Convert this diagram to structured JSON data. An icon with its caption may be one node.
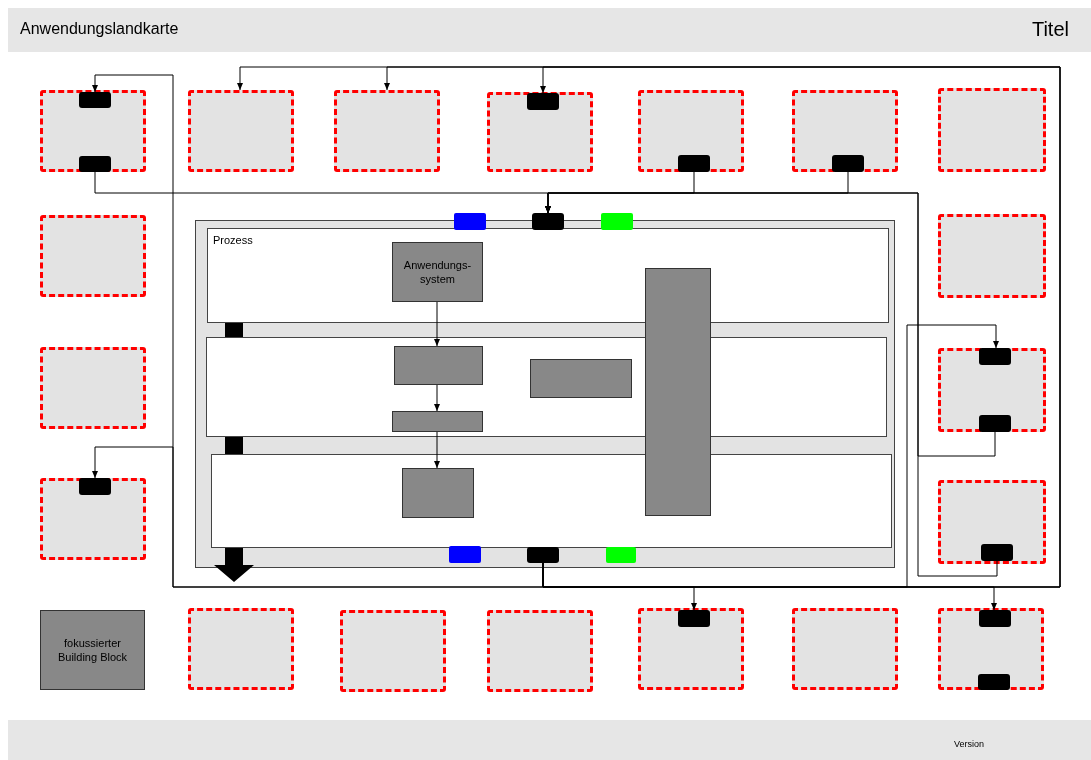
{
  "diagram": {
    "title": "Anwendungslandkarte",
    "nodes": [
      {
        "text": [],
        "shape": "box"
      },
      {
        "text": [],
        "shape": "bar",
        "in": 0
      },
      {
        "text": [],
        "shape": "bar",
        "in": 0
      },
      {
        "text": [],
        "shape": "box"
      },
      {
        "text": [],
        "shape": "box"
      },
      {
        "text": [],
        "shape": "box"
      },
      {
        "text": [],
        "shape": "bar",
        "in": 5
      },
      {
        "text": [],
        "shape": "box"
      },
      {
        "text": [],
        "shape": "bar",
        "in": 7
      },
      {
        "text": [],
        "shape": "box"
      },
      {
        "text": [],
        "shape": "bar",
        "in": 9
      },
      {
        "text": [],
        "shape": "box"
      },
      {
        "text": [],
        "shape": "box"
      },
      {
        "text": [],
        "shape": "box"
      },
      {
        "text": [],
        "shape": "box"
      },
      {
        "text": [],
        "shape": "bar"
      },
      {
        "text": [
          "Prozess"
        ],
        "in": 14
      },
      {
        "text": [
          "Anwendungs-system"
        ],
        "in": 16
      },
      {
        "text": [],
        "shape": "box",
        "in": 14
      },
      {
        "text": [],
        "shape": "box"
      },
      {
        "text": [],
        "shape": "box"
      },
      {
        "text": [],
        "shape": "bar",
        "in": 20
      },
      {
        "text": [],
        "shape": "bar",
        "in": 20
      },
      {
        "text": [],
        "shape": "box",
        "in": 14
      },
      {
        "text": [],
        "shape": "box",
        "in": 23
      },
      {
        "text": [],
        "shape": "box",
        "in": 23
      },
      {
        "text": [],
        "shape": "box",
        "in": 23
      },
      {
        "text": [],
        "shape": "box"
      },
      {
        "text": [],
        "shape": "bar",
        "in": 27
      },
      {
        "text": [],
        "shape": "box"
      },
      {
        "text": [],
        "shape": "bar",
        "in": 29
      },
      {
        "text": [],
        "shape": "box",
        "in": 14
      },
      {
        "text": [],
        "shape": "box",
        "in": 31
      },
      {
        "text": [],
        "shape": "bar",
        "in": 14
      },
      {
        "text": [
          "fokussierter Building Block"
        ]
      },
      {
        "text": [],
        "shape": "box"
      },
      {
        "text": [],
        "shape": "box"
      },
      {
        "text": [],
        "shape": "box"
      },
      {
        "text": [],
        "shape": "box"
      },
      {
        "text": [],
        "shape": "bar",
        "in": 38
      },
      {
        "text": [],
        "shape": "box"
      },
      {
        "text": [],
        "shape": "box"
      },
      {
        "text": [],
        "shape": "bar",
        "in": 41
      },
      {
        "text": [],
        "shape": "bar",
        "in": 41
      }
    ],
    "edges": [
      {
        "from": 33,
        "to": 3,
        "arrow": "to"
      },
      {
        "from": 33,
        "to": 4,
        "arrow": "to"
      },
      {
        "from": 33,
        "to": 6,
        "arrow": "to"
      },
      {
        "from": 33,
        "to": 1,
        "arrow": "to"
      },
      {
        "from": 33,
        "to": 28,
        "arrow": "to"
      },
      {
        "from": 33,
        "to": 39,
        "arrow": "to"
      },
      {
        "from": 33,
        "to": 42,
        "arrow": "to"
      },
      {
        "from": 33,
        "to": 21,
        "arrow": "to"
      },
      {
        "from": 2,
        "to": 15,
        "arrow": "to"
      },
      {
        "from": 8,
        "to": 15,
        "arrow": "to"
      },
      {
        "from": 10,
        "to": 15,
        "arrow": "to"
      },
      {
        "from": 22,
        "to": 15,
        "arrow": "to"
      },
      {
        "from": 30,
        "to": 15,
        "arrow": "to"
      },
      {
        "from": 17,
        "to": 24,
        "arrow": "to"
      },
      {
        "from": 24,
        "to": 26,
        "arrow": "to"
      },
      {
        "from": 26,
        "to": 32,
        "arrow": "to"
      }
    ],
    "labels": [
      "Titel",
      "Version"
    ]
  }
}
